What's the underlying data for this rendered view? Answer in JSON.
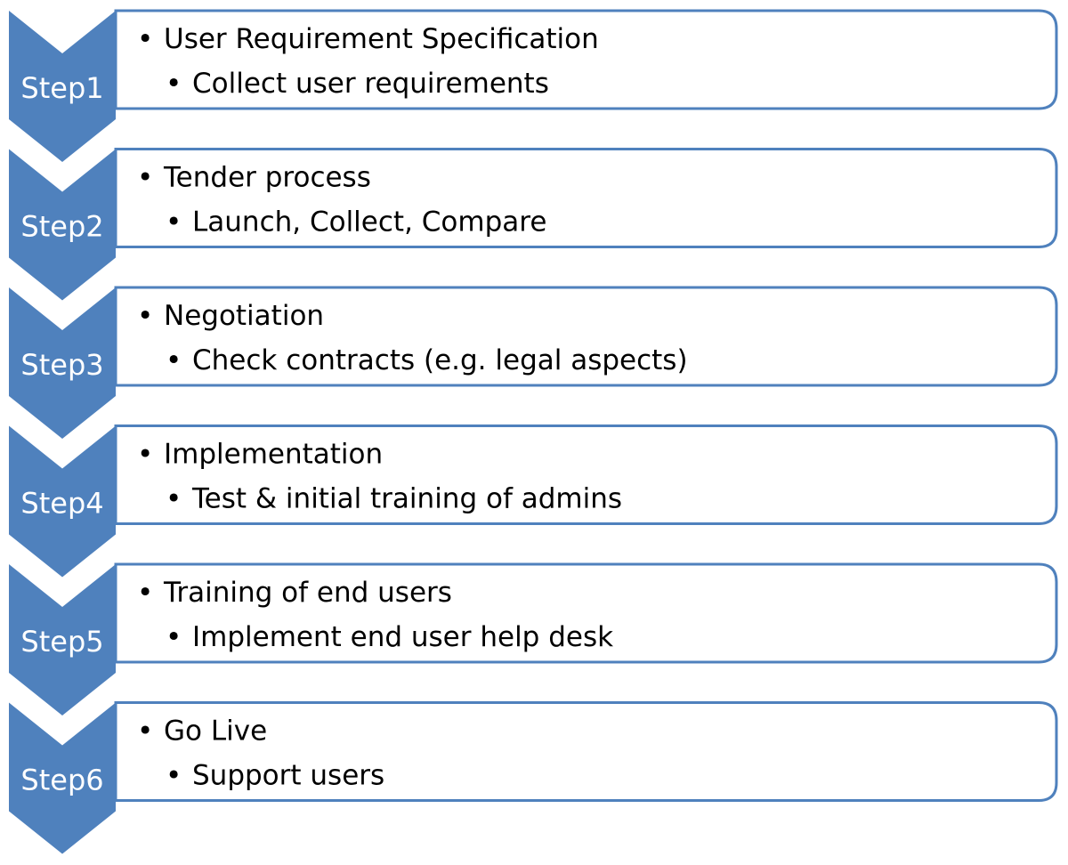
{
  "colors": {
    "chevron_fill": "#4f81bd",
    "box_stroke": "#4f81bd",
    "box_fill": "#ffffff",
    "text": "#000000",
    "label_text": "#ffffff"
  },
  "bullet_glyph": "•",
  "steps": [
    {
      "label": "Step1",
      "title": "User Requirement Specification",
      "detail": "Collect user requirements"
    },
    {
      "label": "Step2",
      "title": "Tender process",
      "detail": "Launch, Collect, Compare"
    },
    {
      "label": "Step3",
      "title": "Negotiation",
      "detail": "Check contracts (e.g. legal aspects)"
    },
    {
      "label": "Step4",
      "title": "Implementation",
      "detail": "Test & initial training of admins"
    },
    {
      "label": "Step5",
      "title": "Training of end users",
      "detail": "Implement end user help desk"
    },
    {
      "label": "Step6",
      "title": "Go Live",
      "detail": "Support users"
    }
  ]
}
